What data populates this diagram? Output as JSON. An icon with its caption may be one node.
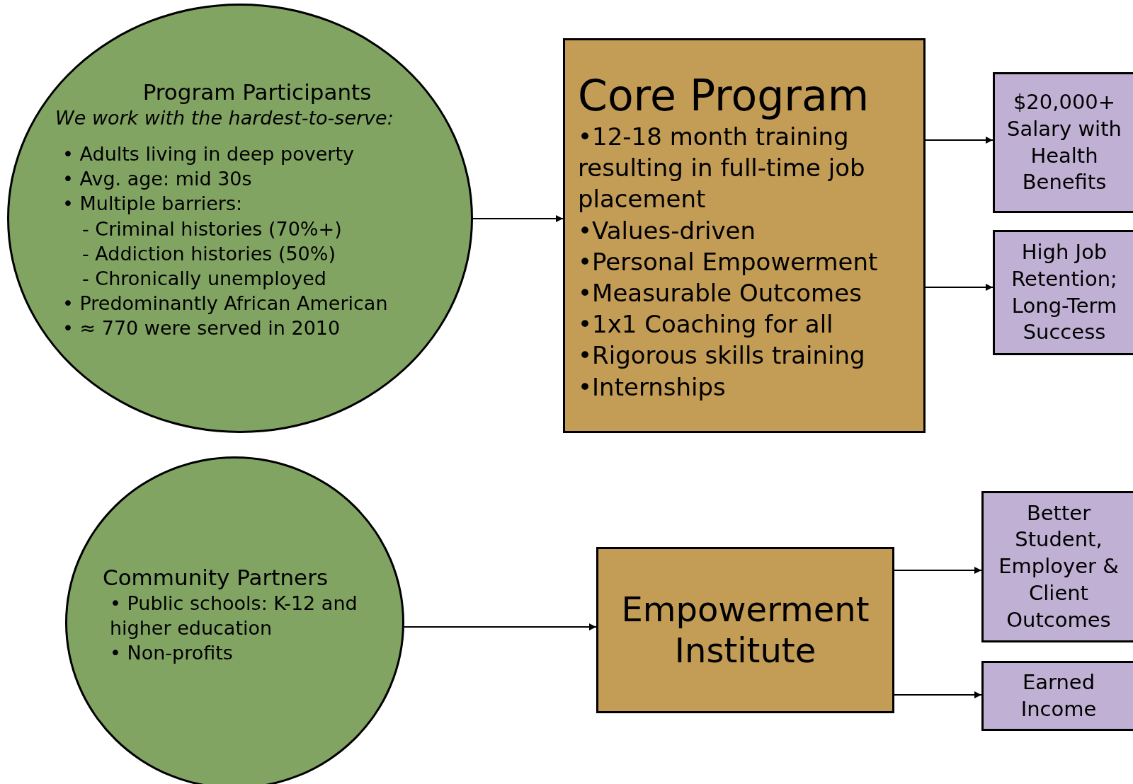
{
  "diagram": {
    "nodes": [
      {
        "text": [
          "Program Participants",
          "We work with the hardest-to-serve:",
          "• Adults living in deep poverty",
          "• Avg. age: mid 30s",
          "• Multiple barriers:",
          "- Criminal histories (70%+)",
          "- Addiction histories (50%)",
          "- Chronically unemployed",
          "• Predominantly African American",
          "• ≈ 770 were served in 2010"
        ]
      },
      {
        "text": [
          "Core Program",
          "•12-18 month training resulting in full-time job placement",
          "•Values-driven",
          "•Personal Empowerment",
          "•Measurable Outcomes",
          "•1x1 Coaching for all",
          "•Rigorous skills training",
          "•Internships"
        ]
      },
      {
        "text": [
          "$20,000+ Salary with Health Benefits"
        ]
      },
      {
        "text": [
          "High Job Retention; Long-Term Success"
        ]
      },
      {
        "text": [
          "Community Partners",
          "• Public schools: K-12 and higher education",
          "• Non-profits"
        ]
      },
      {
        "text": [
          "Empowerment Institute"
        ]
      },
      {
        "text": [
          "Better Student, Employer & Client Outcomes"
        ]
      },
      {
        "text": [
          "Earned Income"
        ]
      }
    ],
    "edges": [
      {
        "from": 0,
        "to": 1,
        "arrow": "to"
      },
      {
        "from": 1,
        "to": 2,
        "arrow": "to"
      },
      {
        "from": 1,
        "to": 3,
        "arrow": "to"
      },
      {
        "from": 4,
        "to": 5,
        "arrow": "to"
      },
      {
        "from": 5,
        "to": 6,
        "arrow": "to"
      },
      {
        "from": 5,
        "to": 7,
        "arrow": "to"
      }
    ]
  }
}
